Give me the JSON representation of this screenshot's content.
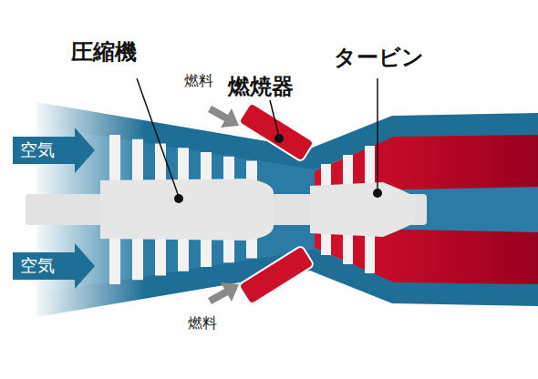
{
  "diagram": {
    "labels": [
      "圧縮機",
      "燃料",
      "燃焼器",
      "タービン",
      "空気",
      "空気",
      "燃料"
    ]
  }
}
